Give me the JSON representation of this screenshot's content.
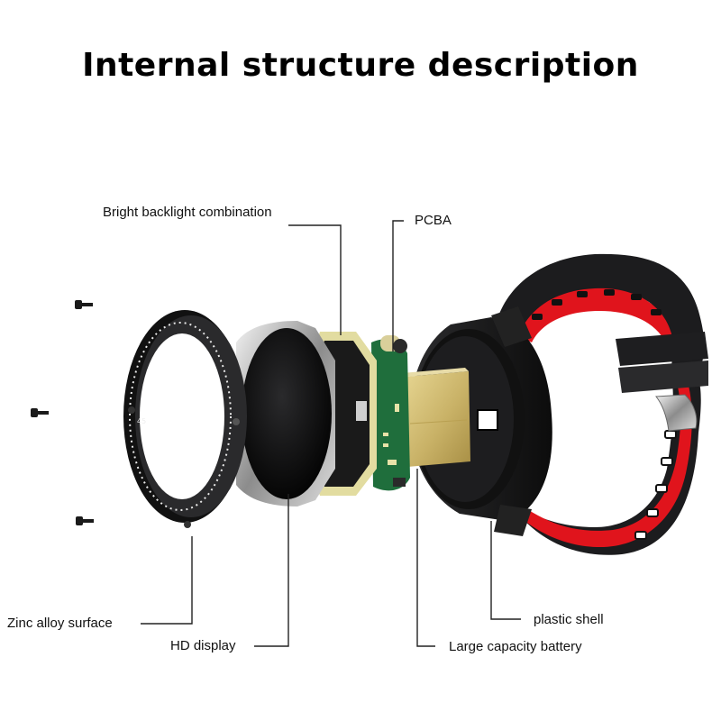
{
  "title": "Internal structure description",
  "labels": {
    "backlight": "Bright backlight combination",
    "pcba": "PCBA",
    "zinc": "Zinc alloy surface",
    "hd_display": "HD display",
    "battery": "Large capacity battery",
    "shell": "plastic shell"
  },
  "bezel_number": "45",
  "colors": {
    "strap_red": "#e0141c",
    "strap_black": "#1c1c1e",
    "pcb_green": "#1f6e3c",
    "battery_gold": "#c9b267",
    "backlight_yellow": "#e2dca0",
    "leader_line": "#222222"
  }
}
